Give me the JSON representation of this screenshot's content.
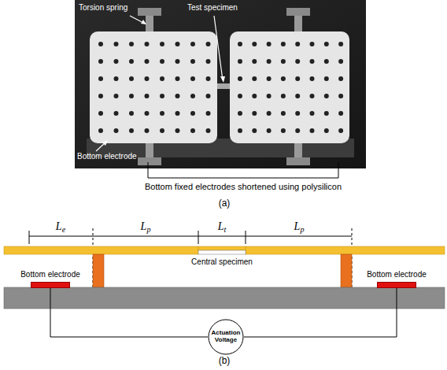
{
  "diagram": {
    "nodes": [
      {
        "text": [
          "Bottom electrode"
        ]
      },
      {
        "text": [
          "Bottom electrode"
        ]
      },
      {
        "text": [
          "Actuation Voltage"
        ]
      }
    ],
    "edges": [
      {
        "from": 0,
        "to": 2,
        "arrow": "none"
      },
      {
        "from": 1,
        "to": 2,
        "arrow": "none"
      }
    ],
    "labels": [
      "Torsion spring",
      "Test specimen",
      "Bottom electrode",
      "Bottom fixed electrodes shortened using polysilicon",
      "(a)",
      "Le",
      "Lp",
      "Lt",
      "Lp",
      "Central specimen",
      "(b)"
    ]
  }
}
